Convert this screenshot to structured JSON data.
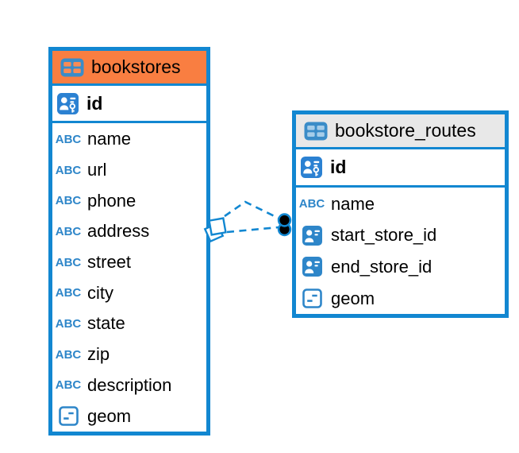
{
  "diagram": {
    "tables": [
      {
        "name": "bookstores",
        "header_bg": "#F97E41",
        "table_icon_cell_color": "#F98B55",
        "columns": [
          {
            "name": "id",
            "icon": "primary-key",
            "bold": true
          },
          {
            "name": "name",
            "icon": "text"
          },
          {
            "name": "url",
            "icon": "text"
          },
          {
            "name": "phone",
            "icon": "text"
          },
          {
            "name": "address",
            "icon": "text"
          },
          {
            "name": "street",
            "icon": "text"
          },
          {
            "name": "city",
            "icon": "text"
          },
          {
            "name": "state",
            "icon": "text"
          },
          {
            "name": "zip",
            "icon": "text"
          },
          {
            "name": "description",
            "icon": "text"
          },
          {
            "name": "geom",
            "icon": "geometry"
          }
        ]
      },
      {
        "name": "bookstore_routes",
        "header_bg": "#E8E8E8",
        "table_icon_cell_color": "#A6CDE9",
        "columns": [
          {
            "name": "id",
            "icon": "primary-key",
            "bold": true
          },
          {
            "name": "name",
            "icon": "text"
          },
          {
            "name": "start_store_id",
            "icon": "foreign-key"
          },
          {
            "name": "end_store_id",
            "icon": "foreign-key"
          },
          {
            "name": "geom",
            "icon": "geometry"
          }
        ]
      }
    ],
    "relationship": {
      "style": "dashed",
      "line_count": 2,
      "color": "#1287D1"
    },
    "icon_glyphs": {
      "text": "ABC"
    },
    "colors": {
      "table_border": "#1287D1",
      "connector": "#1287D1",
      "table_icon_blue": "#3A8CC8",
      "pk_icon_blue": "#2B81D2",
      "fk_icon_blue": "#2E86C9",
      "abc_blue": "#2E86C9",
      "geom_icon_blue": "#2E86C9",
      "text": "#000000"
    }
  }
}
